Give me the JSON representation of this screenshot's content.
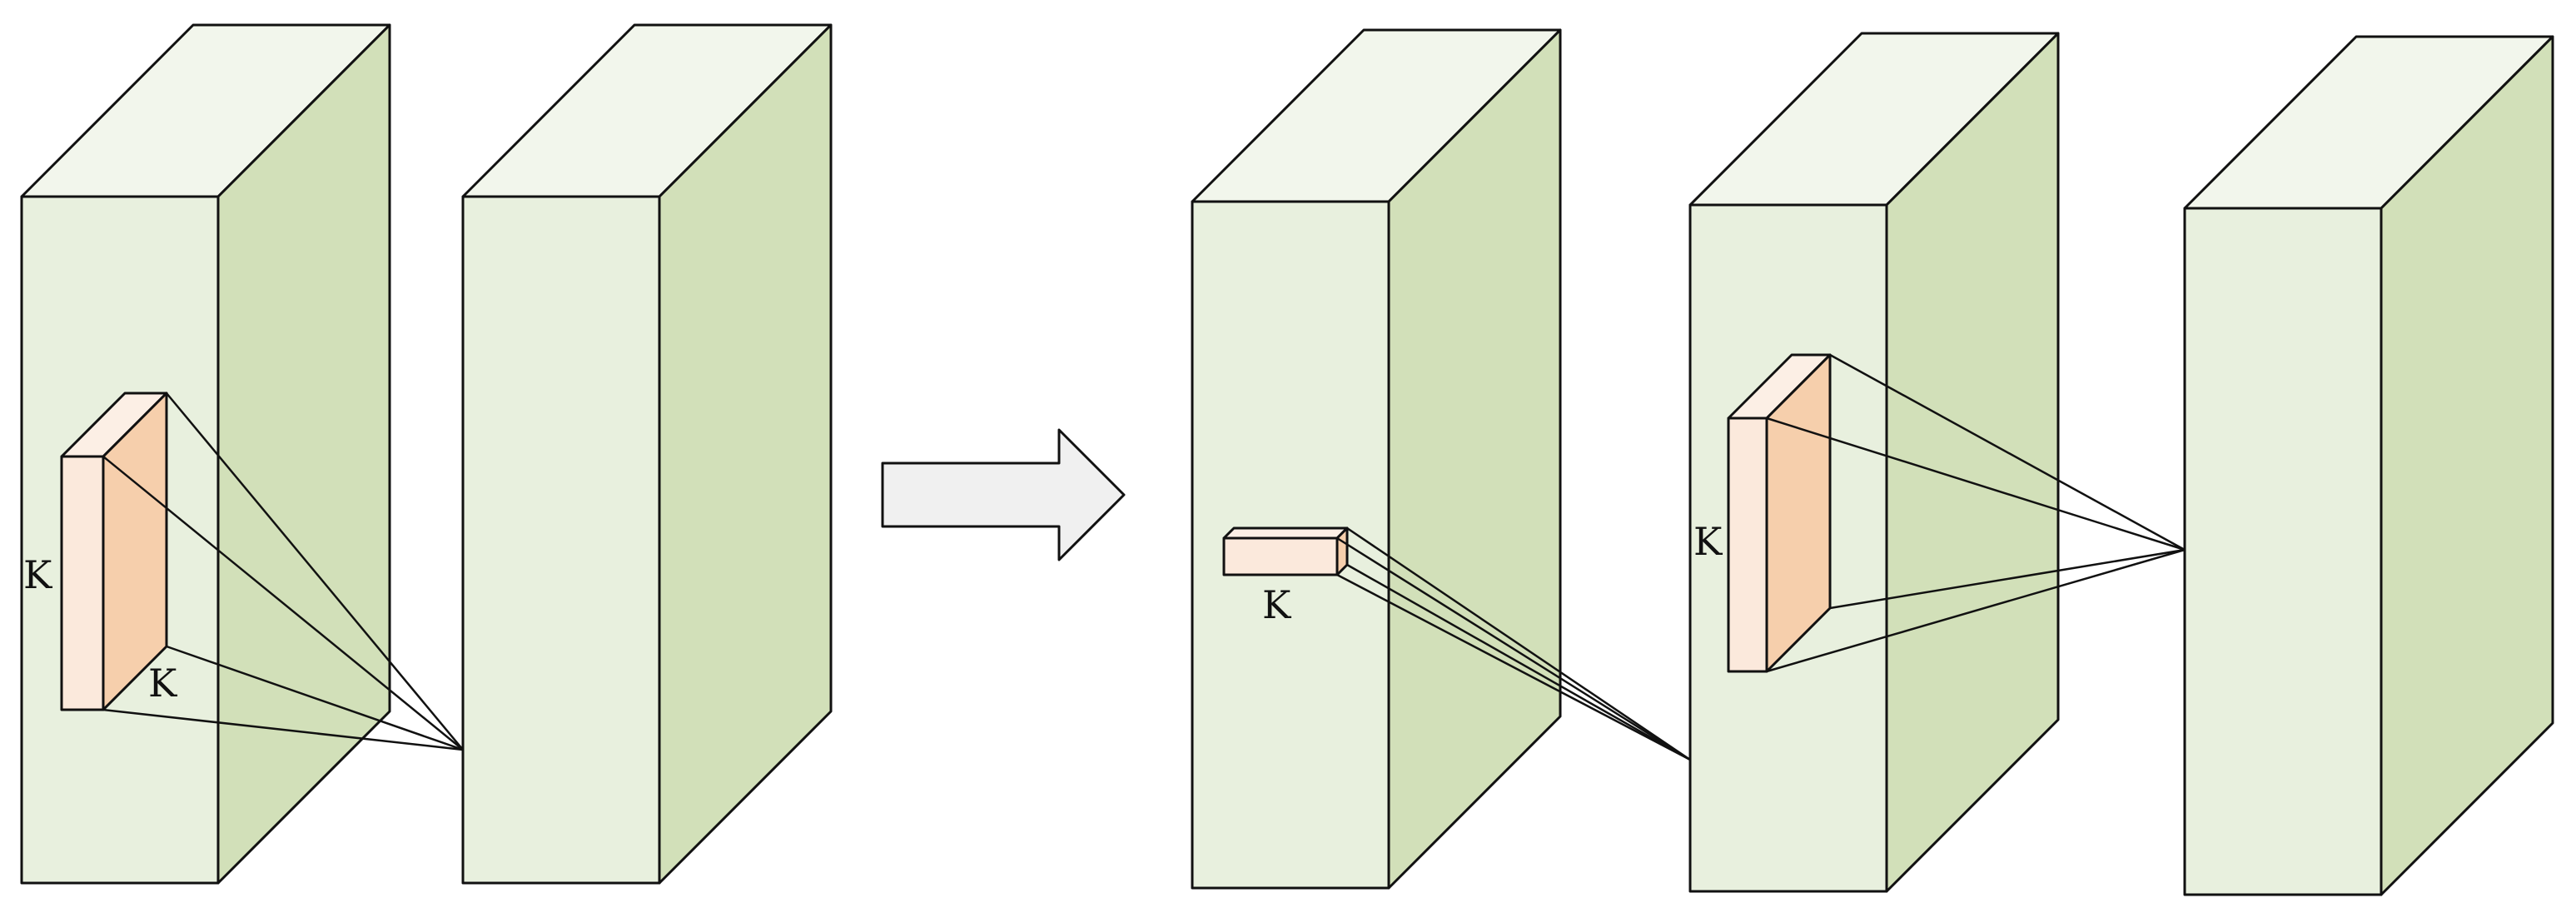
{
  "colors": {
    "block_front": "#e8f0de",
    "block_top": "#f2f6ec",
    "block_side": "#d2e0b9",
    "kernel_front": "#fbe9dc",
    "kernel_side": "#f6cfac",
    "kernel_top": "#fcefe5",
    "arrow_fill": "#f0f0f0",
    "stroke": "#111111"
  },
  "labels": {
    "left_kernel_height": "K",
    "left_kernel_width": "K",
    "right_kernel_1x_k": "K",
    "right_kernel_kx1": "K"
  }
}
